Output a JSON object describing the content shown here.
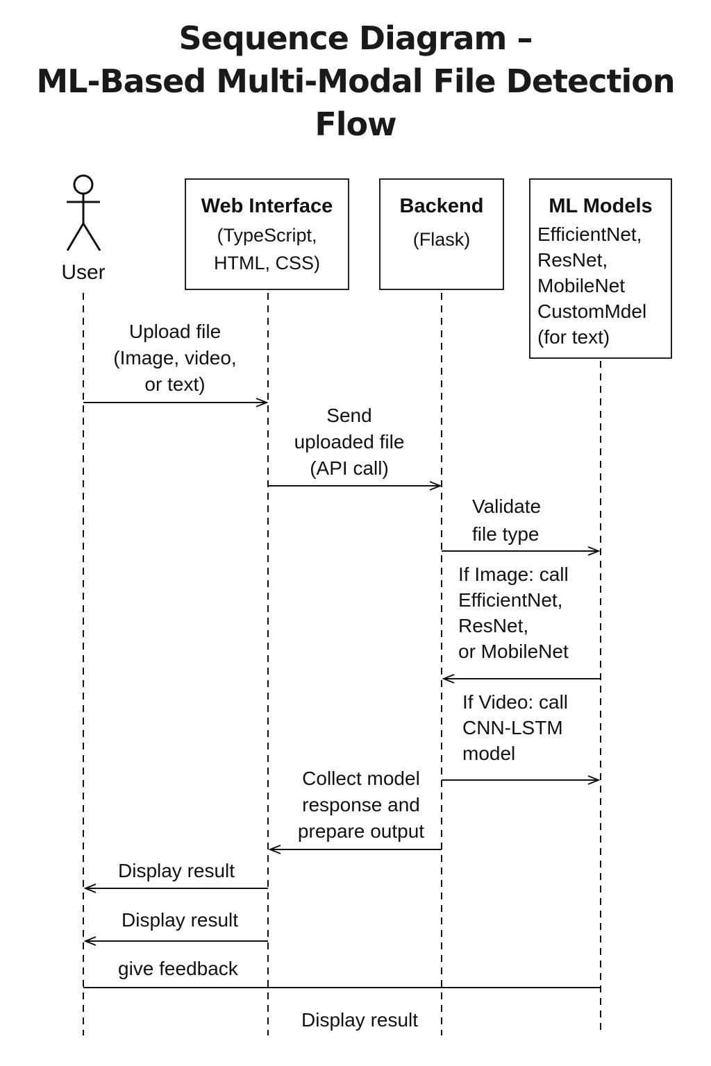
{
  "title": {
    "line1": "Sequence Diagram –",
    "line2": "ML-Based Multi-Modal File Detection",
    "line3": "Flow"
  },
  "participants": {
    "user": {
      "label": "User",
      "icon": "stick-figure-icon"
    },
    "web": {
      "name": "Web Interface",
      "sub1": "(TypeScript,",
      "sub2": "HTML, CSS)"
    },
    "backend": {
      "name": "Backend",
      "sub1": "(Flask)"
    },
    "ml": {
      "name": "ML Models",
      "lines": [
        "EfficientNet,",
        "ResNet,",
        "MobileNet",
        "CustomMdel",
        "(for text)"
      ]
    }
  },
  "messages": {
    "upload": {
      "lines": [
        "Upload file",
        "(Image, video,",
        "or text)"
      ]
    },
    "send": {
      "lines": [
        "Send",
        "uploaded file",
        "(API call)"
      ]
    },
    "validate": {
      "lines": [
        "Validate",
        "file type"
      ]
    },
    "image": {
      "lines": [
        "If Image: call",
        "EfficientNet,",
        "ResNet,",
        "or MobileNet"
      ]
    },
    "video": {
      "lines": [
        "If Video: call",
        "CNN-LSTM",
        "model"
      ]
    },
    "collect": {
      "lines": [
        "Collect model",
        "response and",
        "prepare output"
      ]
    },
    "display1": {
      "lines": [
        "Display result"
      ]
    },
    "display2": {
      "lines": [
        "Display result"
      ]
    },
    "feedback": {
      "lines": [
        "give feedback"
      ]
    },
    "display3": {
      "lines": [
        "Display result"
      ]
    }
  },
  "colors": {
    "ink": "#111111",
    "background": "#ffffff"
  }
}
